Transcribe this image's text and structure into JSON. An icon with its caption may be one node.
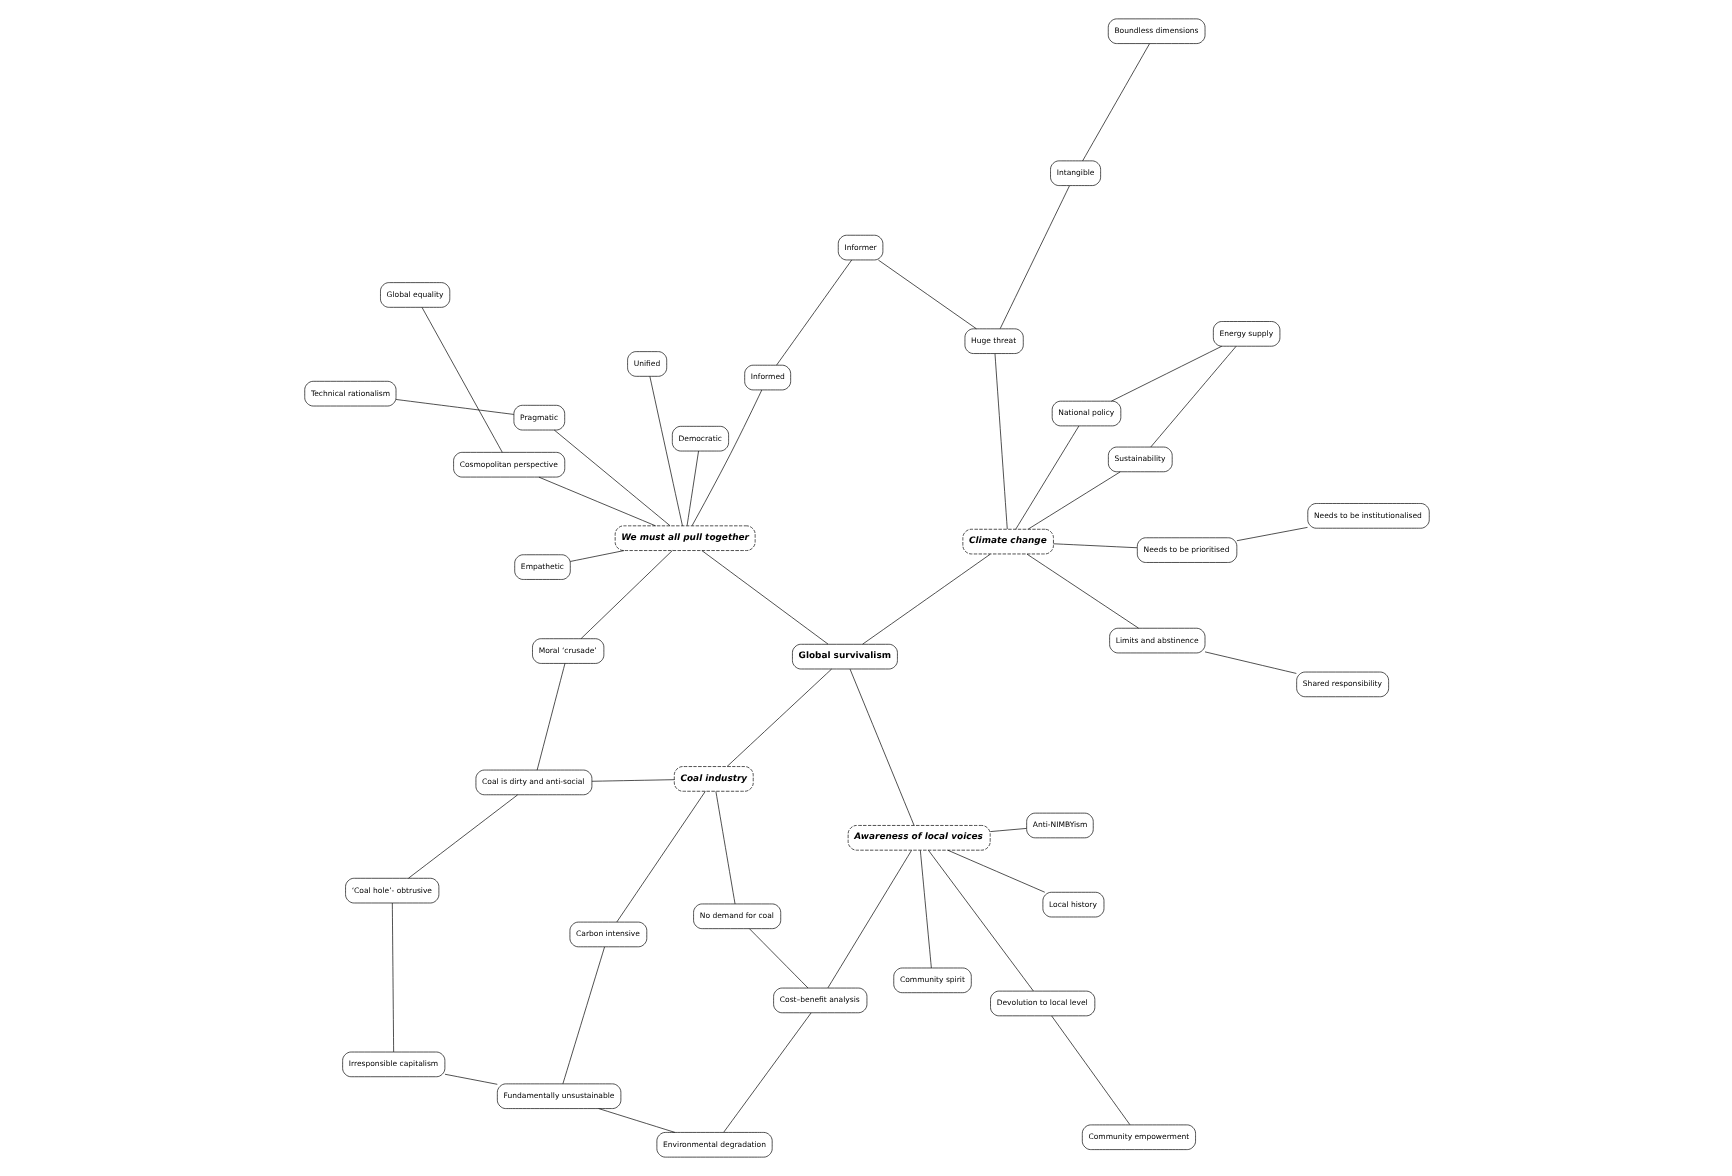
{
  "diagram": {
    "nodes": [
      {
        "text": [
          "Community spirit"
        ]
      },
      {
        "text": [
          "Environmental degradation"
        ]
      },
      {
        "text": [
          "Fundamentally unsustainable"
        ]
      },
      {
        "text": [
          "Irresponsible capitalism"
        ]
      },
      {
        "text": [
          "Community empowerment"
        ]
      },
      {
        "text": [
          "Cost–benefit analysis"
        ]
      },
      {
        "text": [
          "No demand for coal"
        ]
      },
      {
        "text": [
          "Carbon intensive"
        ]
      },
      {
        "text": [
          "‘Coal hole’- obtrusive"
        ]
      },
      {
        "text": [
          "Devolution to local level"
        ]
      },
      {
        "text": [
          "Awareness of local voices"
        ]
      },
      {
        "text": [
          "Coal industry"
        ]
      },
      {
        "text": [
          "Coal is dirty and anti-social"
        ]
      },
      {
        "text": [
          "Local history"
        ]
      },
      {
        "text": [
          "Anti-NIMBYism"
        ]
      },
      {
        "text": [
          "Global survivalism"
        ]
      },
      {
        "text": [
          "Energy supply"
        ]
      },
      {
        "text": [
          "Sustainability"
        ]
      },
      {
        "text": [
          "Empathetic"
        ]
      },
      {
        "text": [
          "Moral ‘crusade’"
        ]
      },
      {
        "text": [
          "National policy"
        ]
      },
      {
        "text": [
          "Climate change"
        ]
      },
      {
        "text": [
          "We must all pull together"
        ]
      },
      {
        "text": [
          "Unified"
        ]
      },
      {
        "text": [
          "Huge threat"
        ]
      },
      {
        "text": [
          "Informed"
        ]
      },
      {
        "text": [
          "Democratic"
        ]
      },
      {
        "text": [
          "Needs to be prioritised"
        ]
      },
      {
        "text": [
          "Limits and abstinence"
        ]
      },
      {
        "text": [
          "Intangible"
        ]
      },
      {
        "text": [
          "Informer"
        ]
      },
      {
        "text": [
          "Pragmatic"
        ]
      },
      {
        "text": [
          "Cosmopolitan perspective"
        ]
      },
      {
        "text": [
          "Technical rationalism"
        ]
      },
      {
        "text": [
          "Needs to be institutionalised"
        ]
      },
      {
        "text": [
          "Shared responsibility"
        ]
      },
      {
        "text": [
          "Boundless dimensions"
        ]
      },
      {
        "text": [
          "Global equality"
        ]
      }
    ],
    "edges": [
      {
        "from": 0,
        "to": 10,
        "arrow": "none"
      },
      {
        "from": 4,
        "to": 9,
        "arrow": "none"
      },
      {
        "from": 9,
        "to": 10,
        "arrow": "none"
      },
      {
        "from": 13,
        "to": 10,
        "arrow": "none"
      },
      {
        "from": 5,
        "to": 10,
        "arrow": "none"
      },
      {
        "from": 10,
        "to": 14,
        "arrow": "none"
      },
      {
        "from": 10,
        "to": 15,
        "arrow": "none"
      },
      {
        "from": 5,
        "to": 1,
        "arrow": "none"
      },
      {
        "from": 5,
        "to": 6,
        "arrow": "none"
      },
      {
        "from": 1,
        "to": 2,
        "arrow": "none"
      },
      {
        "from": 2,
        "to": 3,
        "arrow": "none"
      },
      {
        "from": 2,
        "to": 7,
        "arrow": "none"
      },
      {
        "from": 3,
        "to": 8,
        "arrow": "none"
      },
      {
        "from": 8,
        "to": 12,
        "arrow": "none"
      },
      {
        "from": 6,
        "to": 11,
        "arrow": "none"
      },
      {
        "from": 7,
        "to": 11,
        "arrow": "none"
      },
      {
        "from": 11,
        "to": 12,
        "arrow": "none"
      },
      {
        "from": 11,
        "to": 15,
        "arrow": "none"
      },
      {
        "from": 12,
        "to": 19,
        "arrow": "none"
      },
      {
        "from": 16,
        "to": 17,
        "arrow": "none"
      },
      {
        "from": 16,
        "to": 20,
        "arrow": "none"
      },
      {
        "from": 17,
        "to": 21,
        "arrow": "none"
      },
      {
        "from": 20,
        "to": 21,
        "arrow": "none"
      },
      {
        "from": 21,
        "to": 27,
        "arrow": "none"
      },
      {
        "from": 21,
        "to": 15,
        "arrow": "none"
      },
      {
        "from": 21,
        "to": 24,
        "arrow": "none"
      },
      {
        "from": 21,
        "to": 28,
        "arrow": "none"
      },
      {
        "from": 27,
        "to": 34,
        "arrow": "none"
      },
      {
        "from": 28,
        "to": 35,
        "arrow": "none"
      },
      {
        "from": 24,
        "to": 29,
        "arrow": "none"
      },
      {
        "from": 29,
        "to": 36,
        "arrow": "none"
      },
      {
        "from": 24,
        "to": 30,
        "arrow": "none"
      },
      {
        "from": 25,
        "to": 30,
        "arrow": "none"
      },
      {
        "from": 25,
        "to": 22,
        "arrow": "none"
      },
      {
        "from": 15,
        "to": 22,
        "arrow": "none"
      },
      {
        "from": 18,
        "to": 22,
        "arrow": "none"
      },
      {
        "from": 19,
        "to": 22,
        "arrow": "none"
      },
      {
        "from": 23,
        "to": 22,
        "arrow": "none"
      },
      {
        "from": 26,
        "to": 22,
        "arrow": "none"
      },
      {
        "from": 22,
        "to": 31,
        "arrow": "none"
      },
      {
        "from": 31,
        "to": 33,
        "arrow": "none"
      },
      {
        "from": 22,
        "to": 32,
        "arrow": "none"
      },
      {
        "from": 32,
        "to": 37,
        "arrow": "none"
      }
    ]
  }
}
